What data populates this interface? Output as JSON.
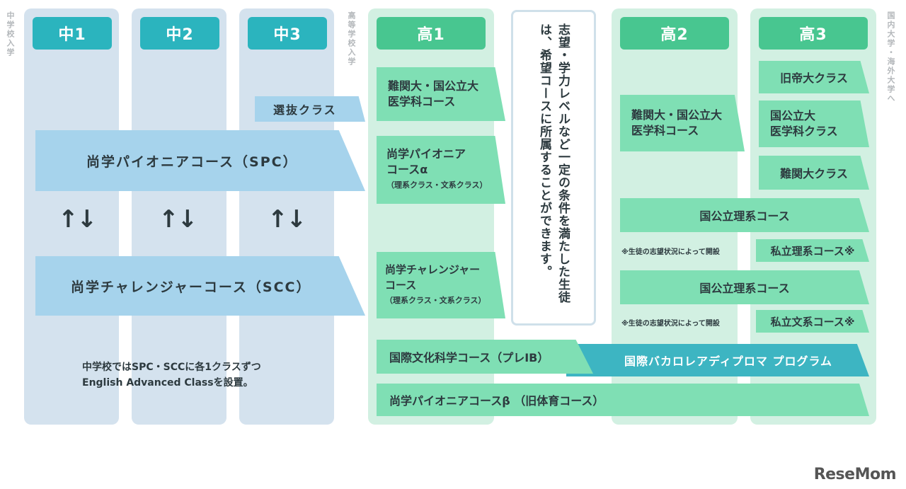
{
  "side_labels": {
    "junior_entry": "中学校入学",
    "high_entry": "高等学校入学",
    "university": "国内大学・海外大学へ"
  },
  "grades": {
    "ms1": "中1",
    "ms2": "中2",
    "ms3": "中3",
    "hs1": "高1",
    "hs2": "高2",
    "hs3": "高3"
  },
  "junior": {
    "select_class": "選抜クラス",
    "spc": "尚学パイオニアコース（SPC）",
    "scc": "尚学チャレンジャーコース（SCC）",
    "arrows": "↑↓",
    "note_line1": "中学校ではSPC・SCCに各1クラスずつ",
    "note_line2": "English Advanced Classを設置。"
  },
  "hs1": {
    "top_line1": "難関大・国公立大",
    "top_line2": "医学科コース",
    "pio_line1": "尚学パイオニア",
    "pio_line2": "コースα",
    "pio_sub": "（理系クラス・文系クラス）",
    "cha_line1": "尚学チャレンジャー",
    "cha_line2": "コース",
    "cha_sub": "（理系クラス・文系クラス）"
  },
  "message": "志望・学力レベルなど一定の条件を満たした生徒は、希望コースに所属することができます。",
  "hs2": {
    "top_line1": "難関大・国公立大",
    "top_line2": "医学科コース",
    "public_sci_1": "国公立理系コース",
    "public_sci_2": "国公立理系コース",
    "note1": "※生徒の志望状況によって開設",
    "note2": "※生徒の志望状況によって開設"
  },
  "hs3": {
    "imperial": "旧帝大クラス",
    "med_line1": "国公立大",
    "med_line2": "医学科クラス",
    "elite": "難関大クラス",
    "private_sci": "私立理系コース※",
    "private_arts": "私立文系コース※"
  },
  "bottom": {
    "intl": "国際文化科学コース（プレIB）",
    "ib": "国際バカロレアディプロマ プログラム",
    "beta": "尚学パイオニアコースβ （旧体育コース）"
  },
  "logo": "ReseMom"
}
